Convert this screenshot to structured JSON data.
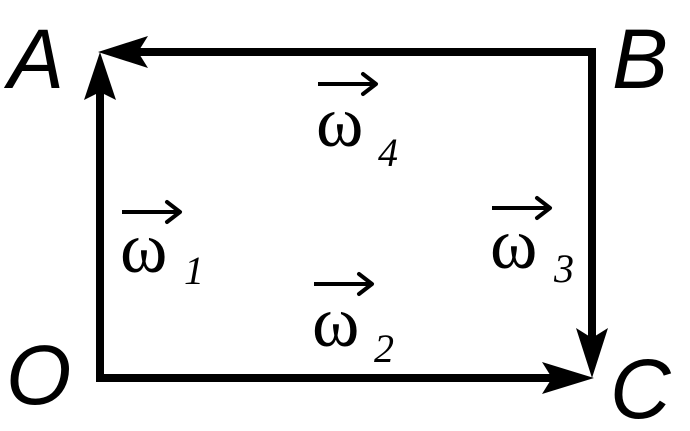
{
  "points": {
    "A": "A",
    "B": "B",
    "C": "C",
    "O": "O"
  },
  "vectors": [
    {
      "symbol": "ω",
      "subscript": "1"
    },
    {
      "symbol": "ω",
      "subscript": "2"
    },
    {
      "symbol": "ω",
      "subscript": "3"
    },
    {
      "symbol": "ω",
      "subscript": "4"
    }
  ],
  "colors": {
    "line": "#000000",
    "background": "#ffffff"
  }
}
